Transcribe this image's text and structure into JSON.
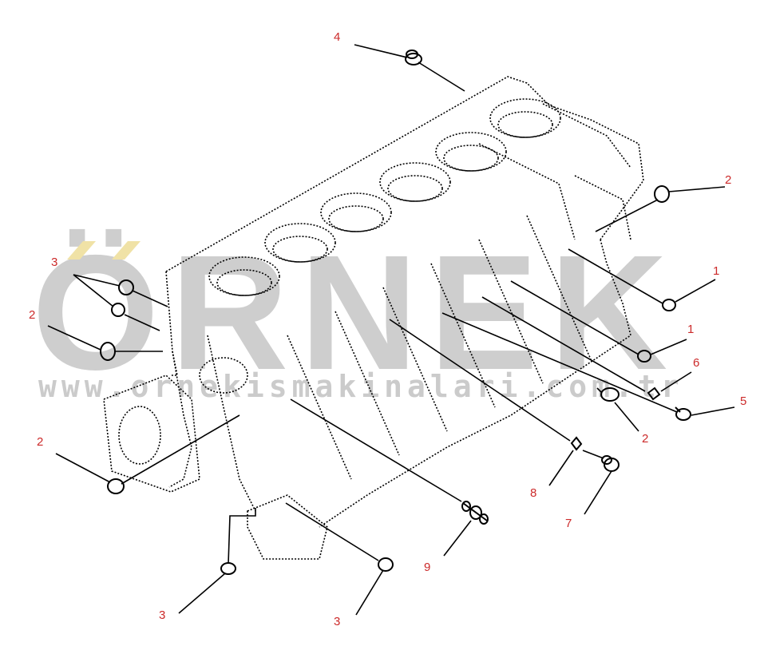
{
  "colors": {
    "callout_text": "#cc2a2a",
    "line_art": "#000000",
    "watermark": "#c6c6c6",
    "watermark_accent": "#f0e2a6",
    "background": "#ffffff"
  },
  "watermark": {
    "brand": "ÖRNEK",
    "url": "www.ornekismakinalari.com.tr"
  },
  "callouts": [
    "4",
    "2",
    "1",
    "1",
    "6",
    "5",
    "2",
    "8",
    "7",
    "9",
    "3",
    "3",
    "2",
    "3",
    "2"
  ]
}
